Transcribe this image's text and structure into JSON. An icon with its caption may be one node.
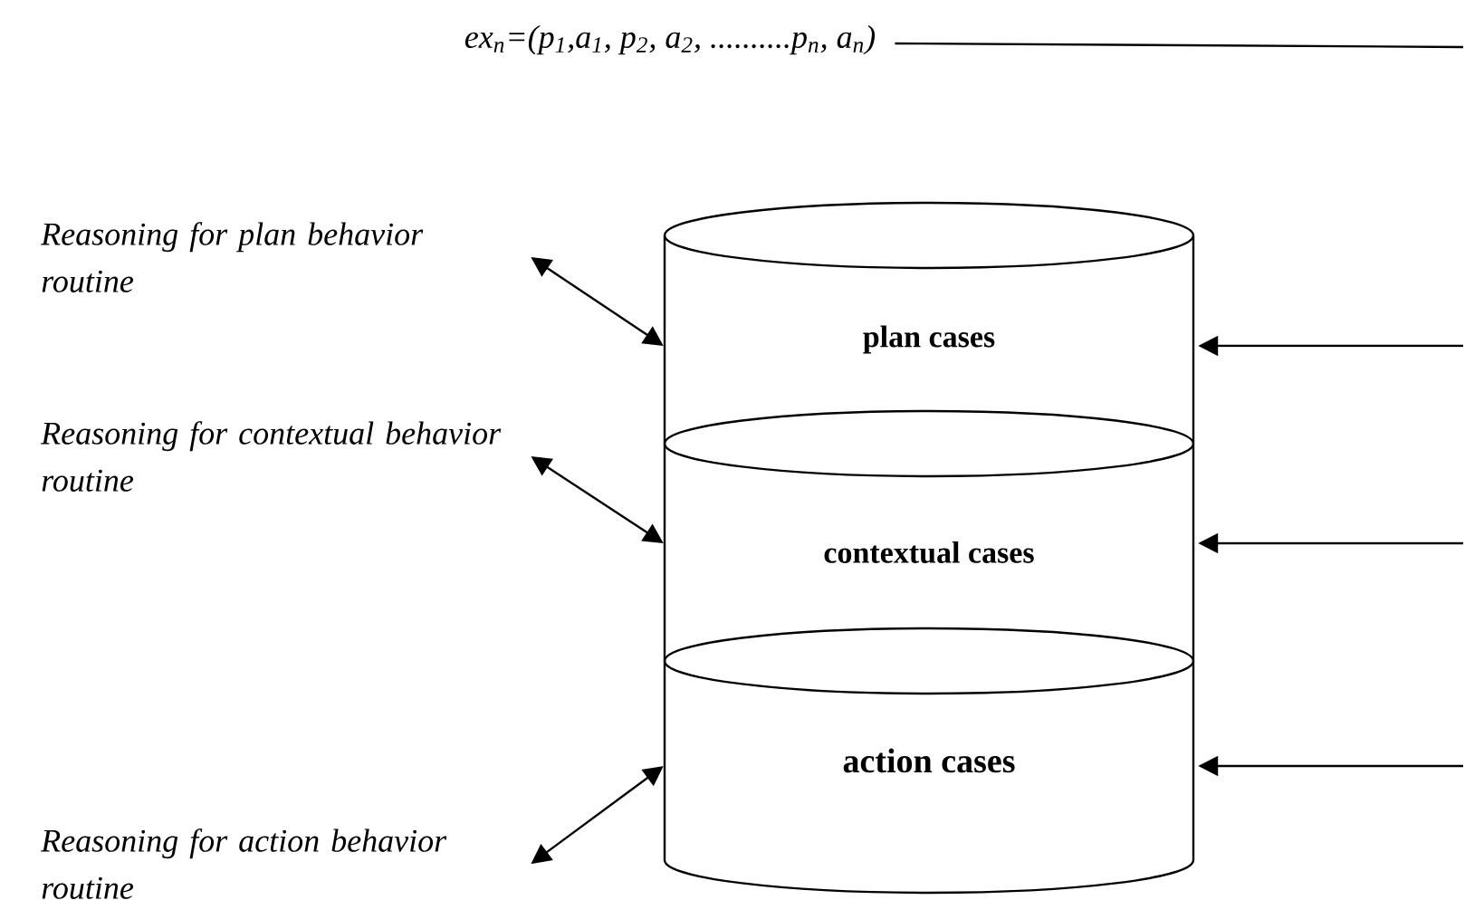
{
  "diagram": {
    "nodes": [
      {
        "text": [
          "ex$_{n}$=(p$_{1}$,a$_{1}$, p$_{2}$, a$_{2}$, ..........p$_{n}$, a$_{n}$)"
        ]
      },
      {
        "text": [
          "Reasoning for plan behavior routine"
        ]
      },
      {
        "text": [
          "Reasoning for contextual behavior routine"
        ]
      },
      {
        "text": [
          "Reasoning for action behavior routine"
        ]
      },
      {
        "text": [
          "plan cases"
        ]
      },
      {
        "text": [
          "contextual cases"
        ]
      },
      {
        "text": [
          "action cases"
        ]
      }
    ],
    "edges": [
      {
        "from": 0,
        "to": null,
        "arrow": "none"
      },
      {
        "from": 1,
        "to": 4,
        "arrow": "both"
      },
      {
        "from": 2,
        "to": 5,
        "arrow": "both"
      },
      {
        "from": 3,
        "to": 6,
        "arrow": "both"
      },
      {
        "from": null,
        "to": 4,
        "arrow": "to"
      },
      {
        "from": null,
        "to": 5,
        "arrow": "to"
      },
      {
        "from": null,
        "to": 6,
        "arrow": "to"
      }
    ]
  }
}
